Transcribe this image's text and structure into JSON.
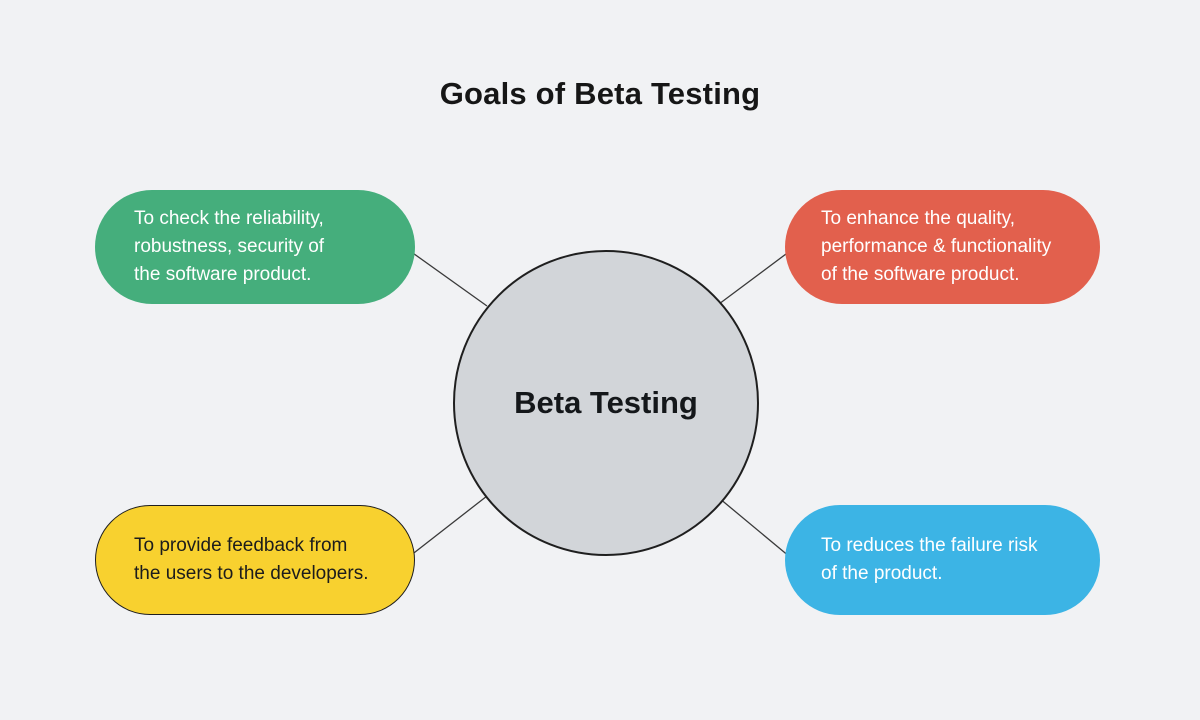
{
  "background": "#f1f2f4",
  "title": "Goals of Beta Testing",
  "center": {
    "label": "Beta Testing",
    "fill": "#d2d5d9",
    "border": "#1f1f1f"
  },
  "nodes": [
    {
      "id": "reliability",
      "position": "top-left",
      "text": "To check the reliability,\nrobustness, security of\nthe software product.",
      "color": "#45AE7C",
      "text_color": "#ffffff",
      "border_color": "transparent"
    },
    {
      "id": "quality",
      "position": "top-right",
      "text": "To enhance the quality,\nperformance & functionality\nof the software product.",
      "color": "#E2604D",
      "text_color": "#ffffff",
      "border_color": "transparent"
    },
    {
      "id": "feedback",
      "position": "bottom-left",
      "text": "To provide feedback from\nthe users to the developers.",
      "color": "#F8D12F",
      "text_color": "#1c1c1c",
      "border_color": "#1f1f1f"
    },
    {
      "id": "risk",
      "position": "bottom-right",
      "text": "To reduces the failure risk\nof the product.",
      "color": "#3CB4E5",
      "text_color": "#ffffff",
      "border_color": "transparent"
    }
  ],
  "connector_color": "#3a3a3a"
}
